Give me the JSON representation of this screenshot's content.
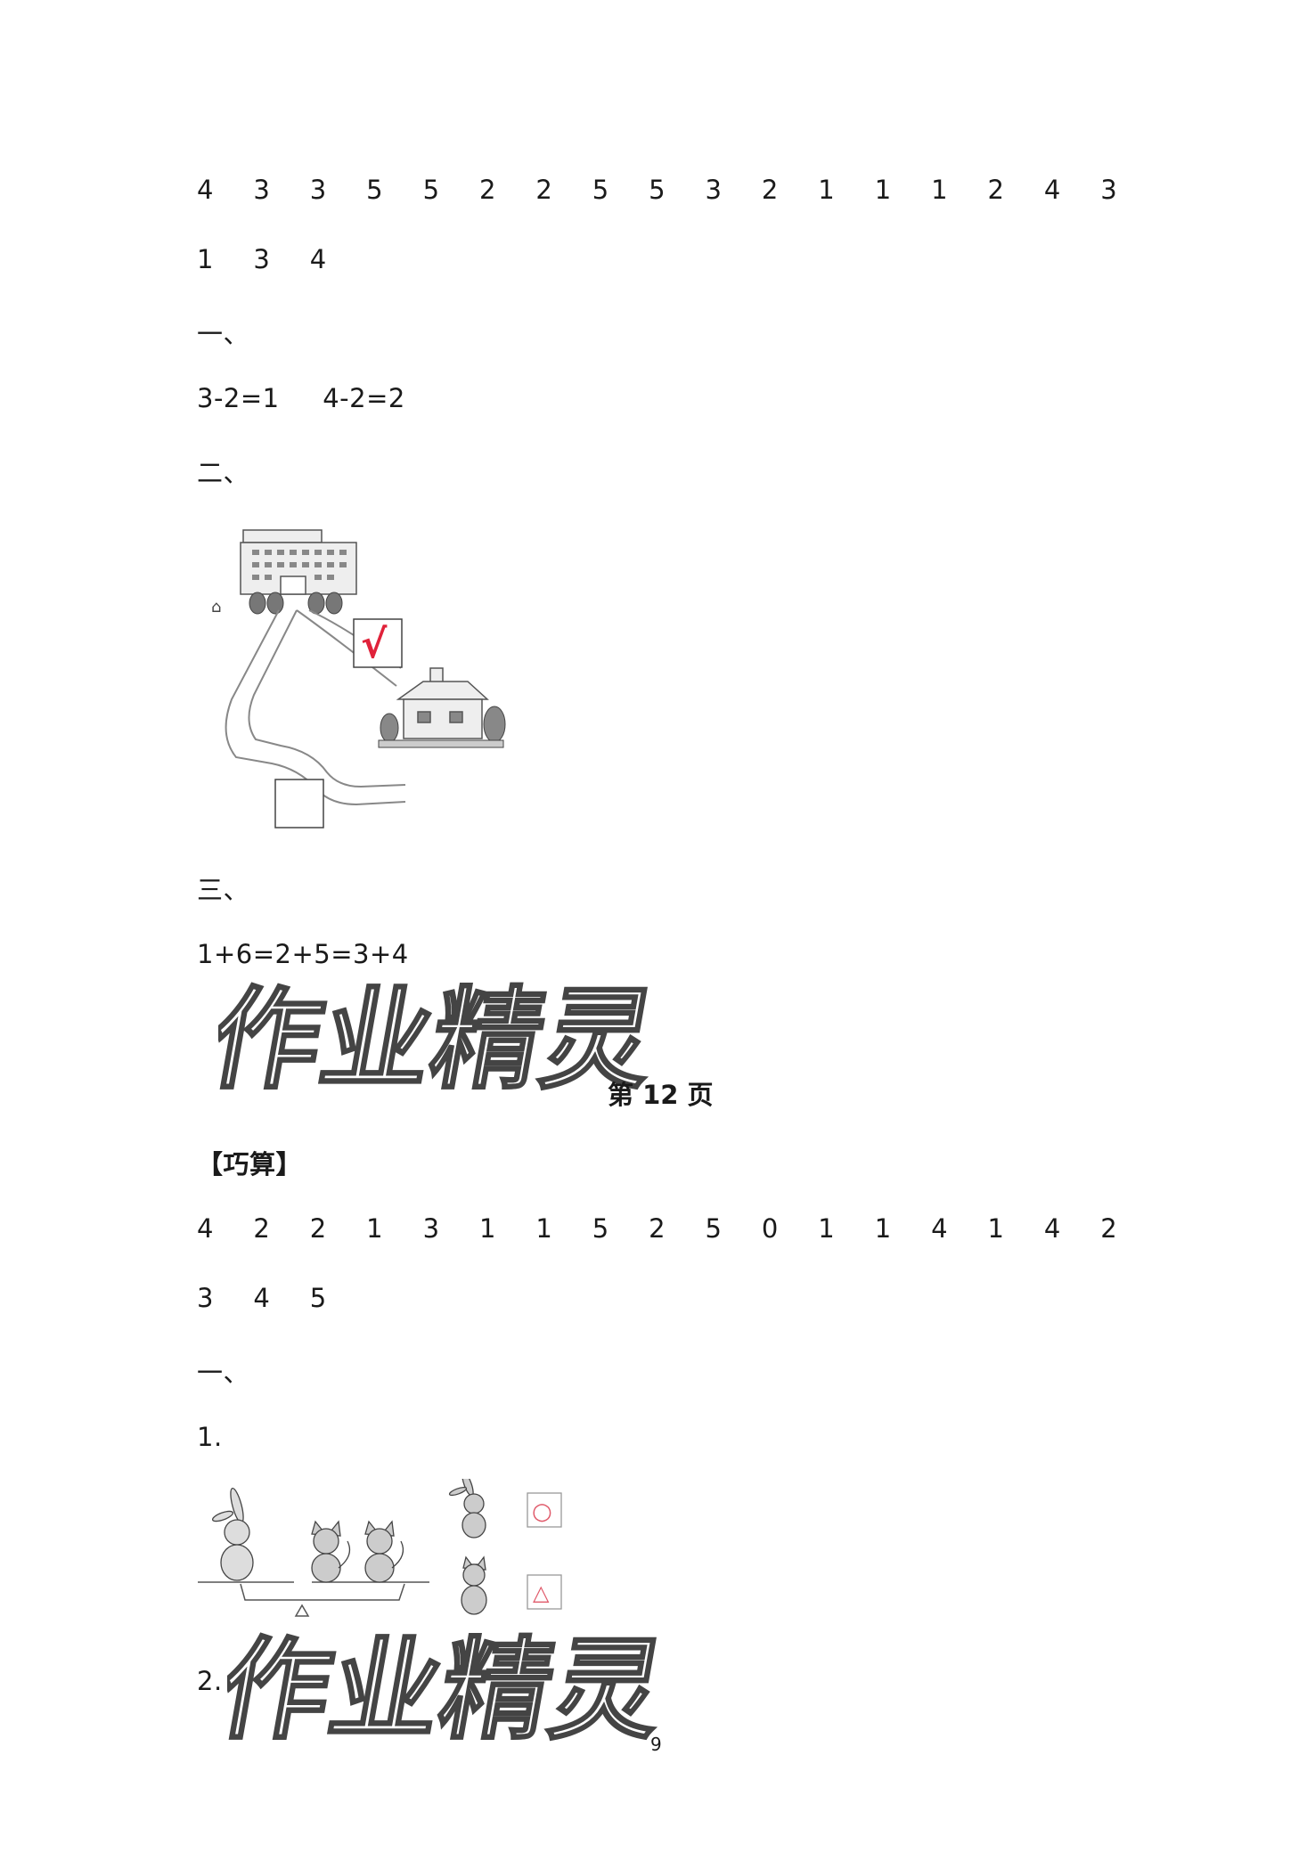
{
  "numbers_row1": [
    "4",
    "3",
    "3",
    "5",
    "5",
    "2",
    "2",
    "5",
    "5",
    "3",
    "2",
    "1",
    "1",
    "1",
    "2",
    "4",
    "3"
  ],
  "numbers_row2": [
    "1",
    "3",
    "4"
  ],
  "heading_one": "一、",
  "equation_line": "3-2=1     4-2=2",
  "heading_two": "二、",
  "check_mark": "√",
  "heading_three": "三、",
  "sum_line": "1+6=2+5=3+4",
  "watermark": "作业精灵",
  "page_title": "第 12 页",
  "section_label": "【巧算】",
  "numbers_row3": [
    "4",
    "2",
    "2",
    "1",
    "3",
    "1",
    "1",
    "5",
    "2",
    "5",
    "0",
    "1",
    "1",
    "4",
    "1",
    "4",
    "2"
  ],
  "numbers_row4": [
    "3",
    "4",
    "5"
  ],
  "heading_one_b": "一、",
  "item_1": "1.",
  "circle_symbol": "○",
  "triangle_symbol": "△",
  "item_2": "2.",
  "page_number": "9",
  "colors": {
    "check": "#e0223a",
    "symbol": "#e05a6a"
  }
}
